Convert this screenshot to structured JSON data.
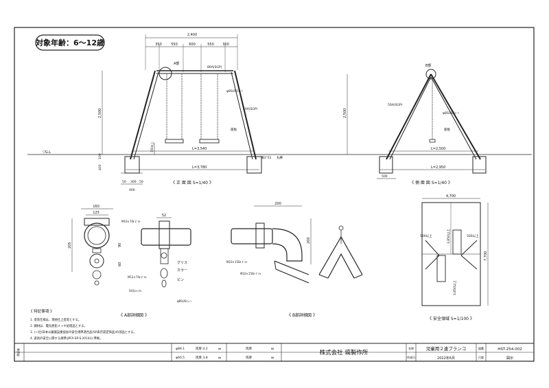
{
  "badge": {
    "text": "対象年齢：6～12歳"
  },
  "front": {
    "title": "《 正 面 図  S=1/40 》",
    "dim_total": "2,400",
    "dim_segments": [
      "350",
      "550",
      "600",
      "550",
      "350"
    ],
    "callout_a": "A部",
    "pipe_top": "80A(SGP)",
    "chain": "φ8SUSﾁｪｰﾝ",
    "pipe_leg": "50A(SGP)",
    "seat": "座板",
    "gl": "▽G.L",
    "height": "2,500",
    "clear": "350以上",
    "base_span": "L=3,540",
    "base_total": "L=3,780",
    "pit_label": "横3°51",
    "pit_note": "丸棒",
    "h100": "100",
    "h400": "400",
    "found": [
      "50",
      "300",
      "50"
    ],
    "found_total": "400"
  },
  "side": {
    "title": "《 側 面 図  S=1/40 》",
    "callout_b": "B部",
    "pipe": "50A(SGP)",
    "chain": "φ8SUSﾁｪｰﾝ",
    "seat": "座板",
    "height": "2,500",
    "base_span": "L=2,500",
    "base_total": "L=2,950",
    "found_total": "500"
  },
  "detail_a": {
    "title": "《 A部詳細図 》",
    "dims": [
      "160",
      "125",
      "52",
      "205",
      "90",
      "60"
    ],
    "bolt1": "M10×70ℓ ﾎﾞﾙﾄ",
    "bolt2": "M12×70ℓ ﾎﾞﾙﾄ",
    "grease": "グリス",
    "collar": "カラー",
    "pin": "ピン",
    "shackle": "SUSｼｬｯｸﾙ",
    "chain": "φ8SUSﾁｪｰﾝ"
  },
  "detail_b": {
    "title": "《 B部詳細図 》",
    "dims": [
      "200",
      "200"
    ],
    "bolt1": "M10×150ℓ ﾎﾞﾙﾄ",
    "bolt2": "M10×150ℓ ﾎﾞﾙﾄ"
  },
  "safety": {
    "title": "《 安全領域  S=1/100 》",
    "width": "4,700",
    "height": "7,700",
    "top": "3,850以上",
    "bottom": "3,850以上",
    "left": "500以上",
    "right": "500以上"
  },
  "notes": {
    "heading": "《 特記事項 》",
    "items": [
      "1. 塗装仕様は、現地仕上塗装とする。",
      "2. 鋼材は、電気亜鉛メッキ処理品とする。",
      "3. (一社)日本公園施設業協会の安全規準適合品(SP表示認定商品)の部品とする。",
      "4. 遊具の安全に関する規準(JPFA-SP-S:2014)に準拠。"
    ]
  },
  "title_block": {
    "side_label": "承認者",
    "mat1": "φ89.1",
    "mat1_t": "肉厚  4.2",
    "mat2": "φ60.5",
    "mat2_t": "肉厚  3.8",
    "unit": "㎜",
    "thick_label": "肉厚",
    "company": "株式会社  塙製作所",
    "name_label": "名称",
    "product": "児童用２連ブランコ",
    "date_label": "作成日",
    "date": "2022年6月",
    "code_label": "図番",
    "code": "HST-254-002",
    "scale_label": "尺度",
    "scale": "図示"
  }
}
